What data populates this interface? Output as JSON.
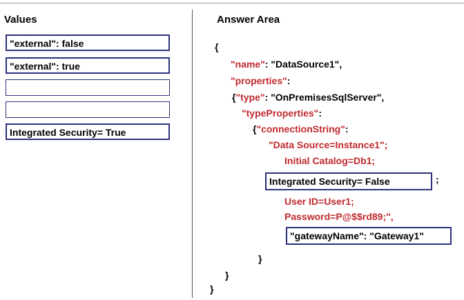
{
  "values_panel": {
    "title": "Values",
    "items": [
      "\"external\": false",
      "\"external\": true",
      "",
      "",
      "Integrated Security= True"
    ]
  },
  "answer_area": {
    "title": "Answer Area",
    "open_brace": "{",
    "name_key": "\"name\"",
    "name_sep": ": ",
    "name_value": "\"DataSource1\",",
    "properties_key": "\"properties\"",
    "properties_sep": ":",
    "type_open": "{",
    "type_key": "\"type\"",
    "type_sep": ": ",
    "type_value": "\"OnPremisesSqlServer\",",
    "type_properties_key": "\"typeProperties\"",
    "type_properties_sep": ":",
    "conn_open": "{",
    "conn_key": "\"connectionString\"",
    "conn_sep": ":",
    "data_source": "\"Data Source=Instance1\";",
    "initial_catalog": "Initial Catalog=Db1;",
    "slot_integrated_security": "Integrated Security= False",
    "semicolon": ";",
    "user_id": "User ID=User1;",
    "password": "Password=P@$$rd89;\",",
    "slot_gateway": "\"gatewayName\": \"Gateway1\"",
    "close_inner": "}",
    "close_mid": "}",
    "close_outer": "}"
  },
  "colors": {
    "key": "#c0282c",
    "box_border": "#2b2f7c"
  }
}
